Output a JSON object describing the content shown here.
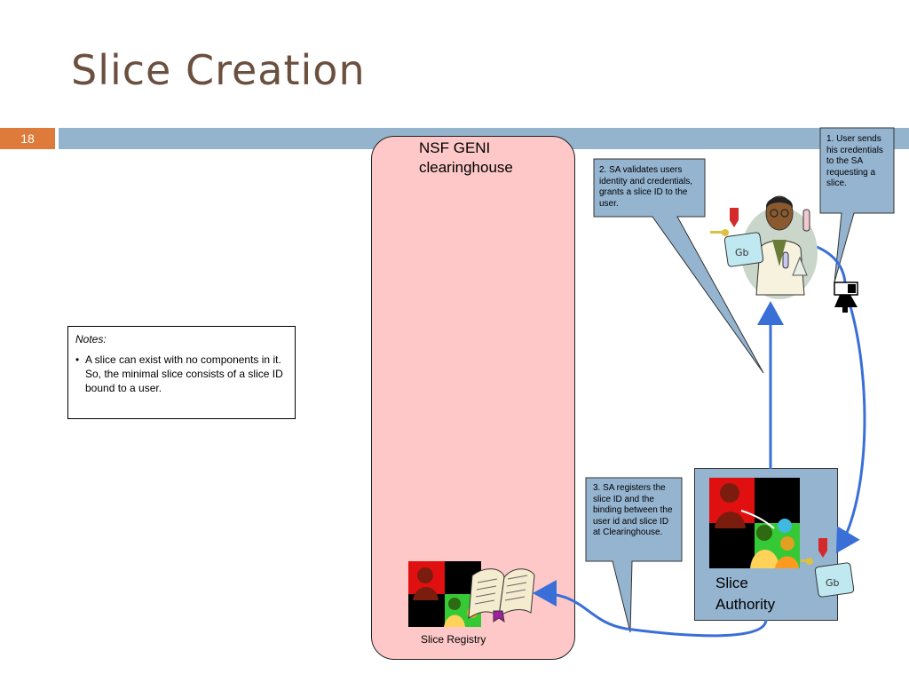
{
  "slide": {
    "title": "Slice Creation",
    "number": "18"
  },
  "clearinghouse": {
    "title": "NSF GENI clearinghouse"
  },
  "callouts": [
    {
      "id": "user-sends",
      "text": "1. User sends  his credentials to the SA requesting a slice."
    },
    {
      "id": "sa-validates",
      "text": "2. SA validates users identity and credentials, grants a slice ID to the user."
    },
    {
      "id": "sa-registers",
      "text": "3. SA registers the slice ID and the binding between the user id and slice ID at Clearinghouse."
    }
  ],
  "notes": {
    "heading": "Notes:",
    "bullet": "A slice can exist with no components in it.  So, the minimal slice consists of a slice ID bound to a user."
  },
  "slice_authority": {
    "label": "Slice Authority"
  },
  "slice_registry": {
    "label": "Slice Registry"
  },
  "icons": [
    "scientist-user-icon",
    "credential-certificate-icon",
    "key-icon",
    "id-card-icon",
    "people-clipart-icon",
    "document-scroll-icon"
  ],
  "colors": {
    "band": "#94b4cd",
    "slide_number_bg": "#de7b3a",
    "clearinghouse_bg": "#fec8c8",
    "slice_authority_bg": "#94b4d0",
    "callout_bg": "#94b4d0",
    "arrow": "#3a6fd8",
    "title": "#6b4f3f"
  }
}
